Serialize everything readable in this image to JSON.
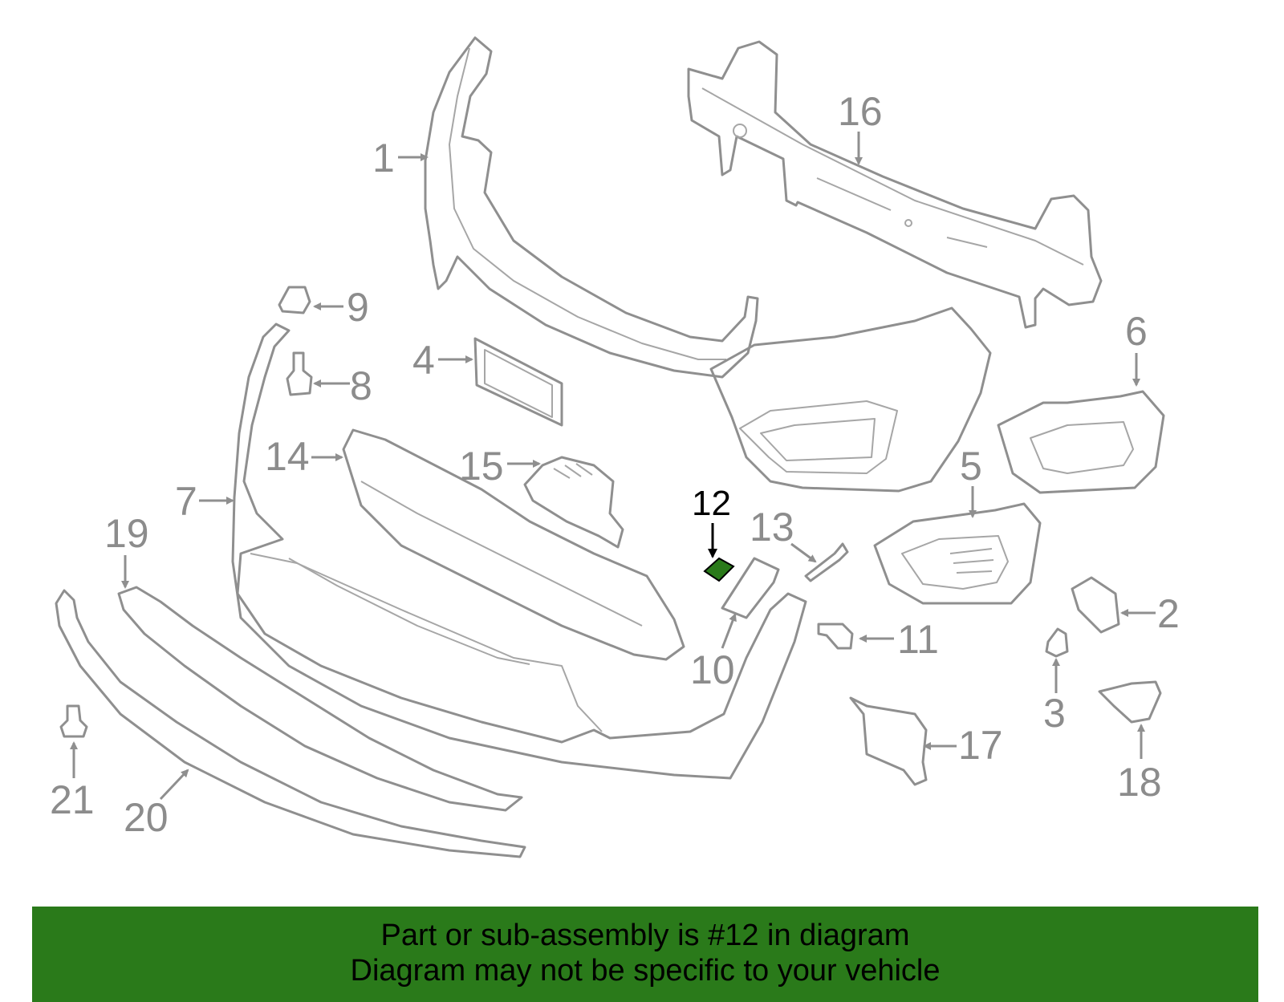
{
  "diagram": {
    "highlight_color": "#2a7a1a",
    "highlighted_part": "12",
    "callouts": [
      "1",
      "2",
      "3",
      "4",
      "5",
      "6",
      "7",
      "8",
      "9",
      "10",
      "11",
      "12",
      "13",
      "14",
      "15",
      "16",
      "17",
      "18",
      "19",
      "20",
      "21"
    ]
  },
  "banner": {
    "line1": "Part or sub-assembly is #12 in diagram",
    "line2": "Diagram may not be specific to your vehicle",
    "background": "#2a7a1a"
  }
}
